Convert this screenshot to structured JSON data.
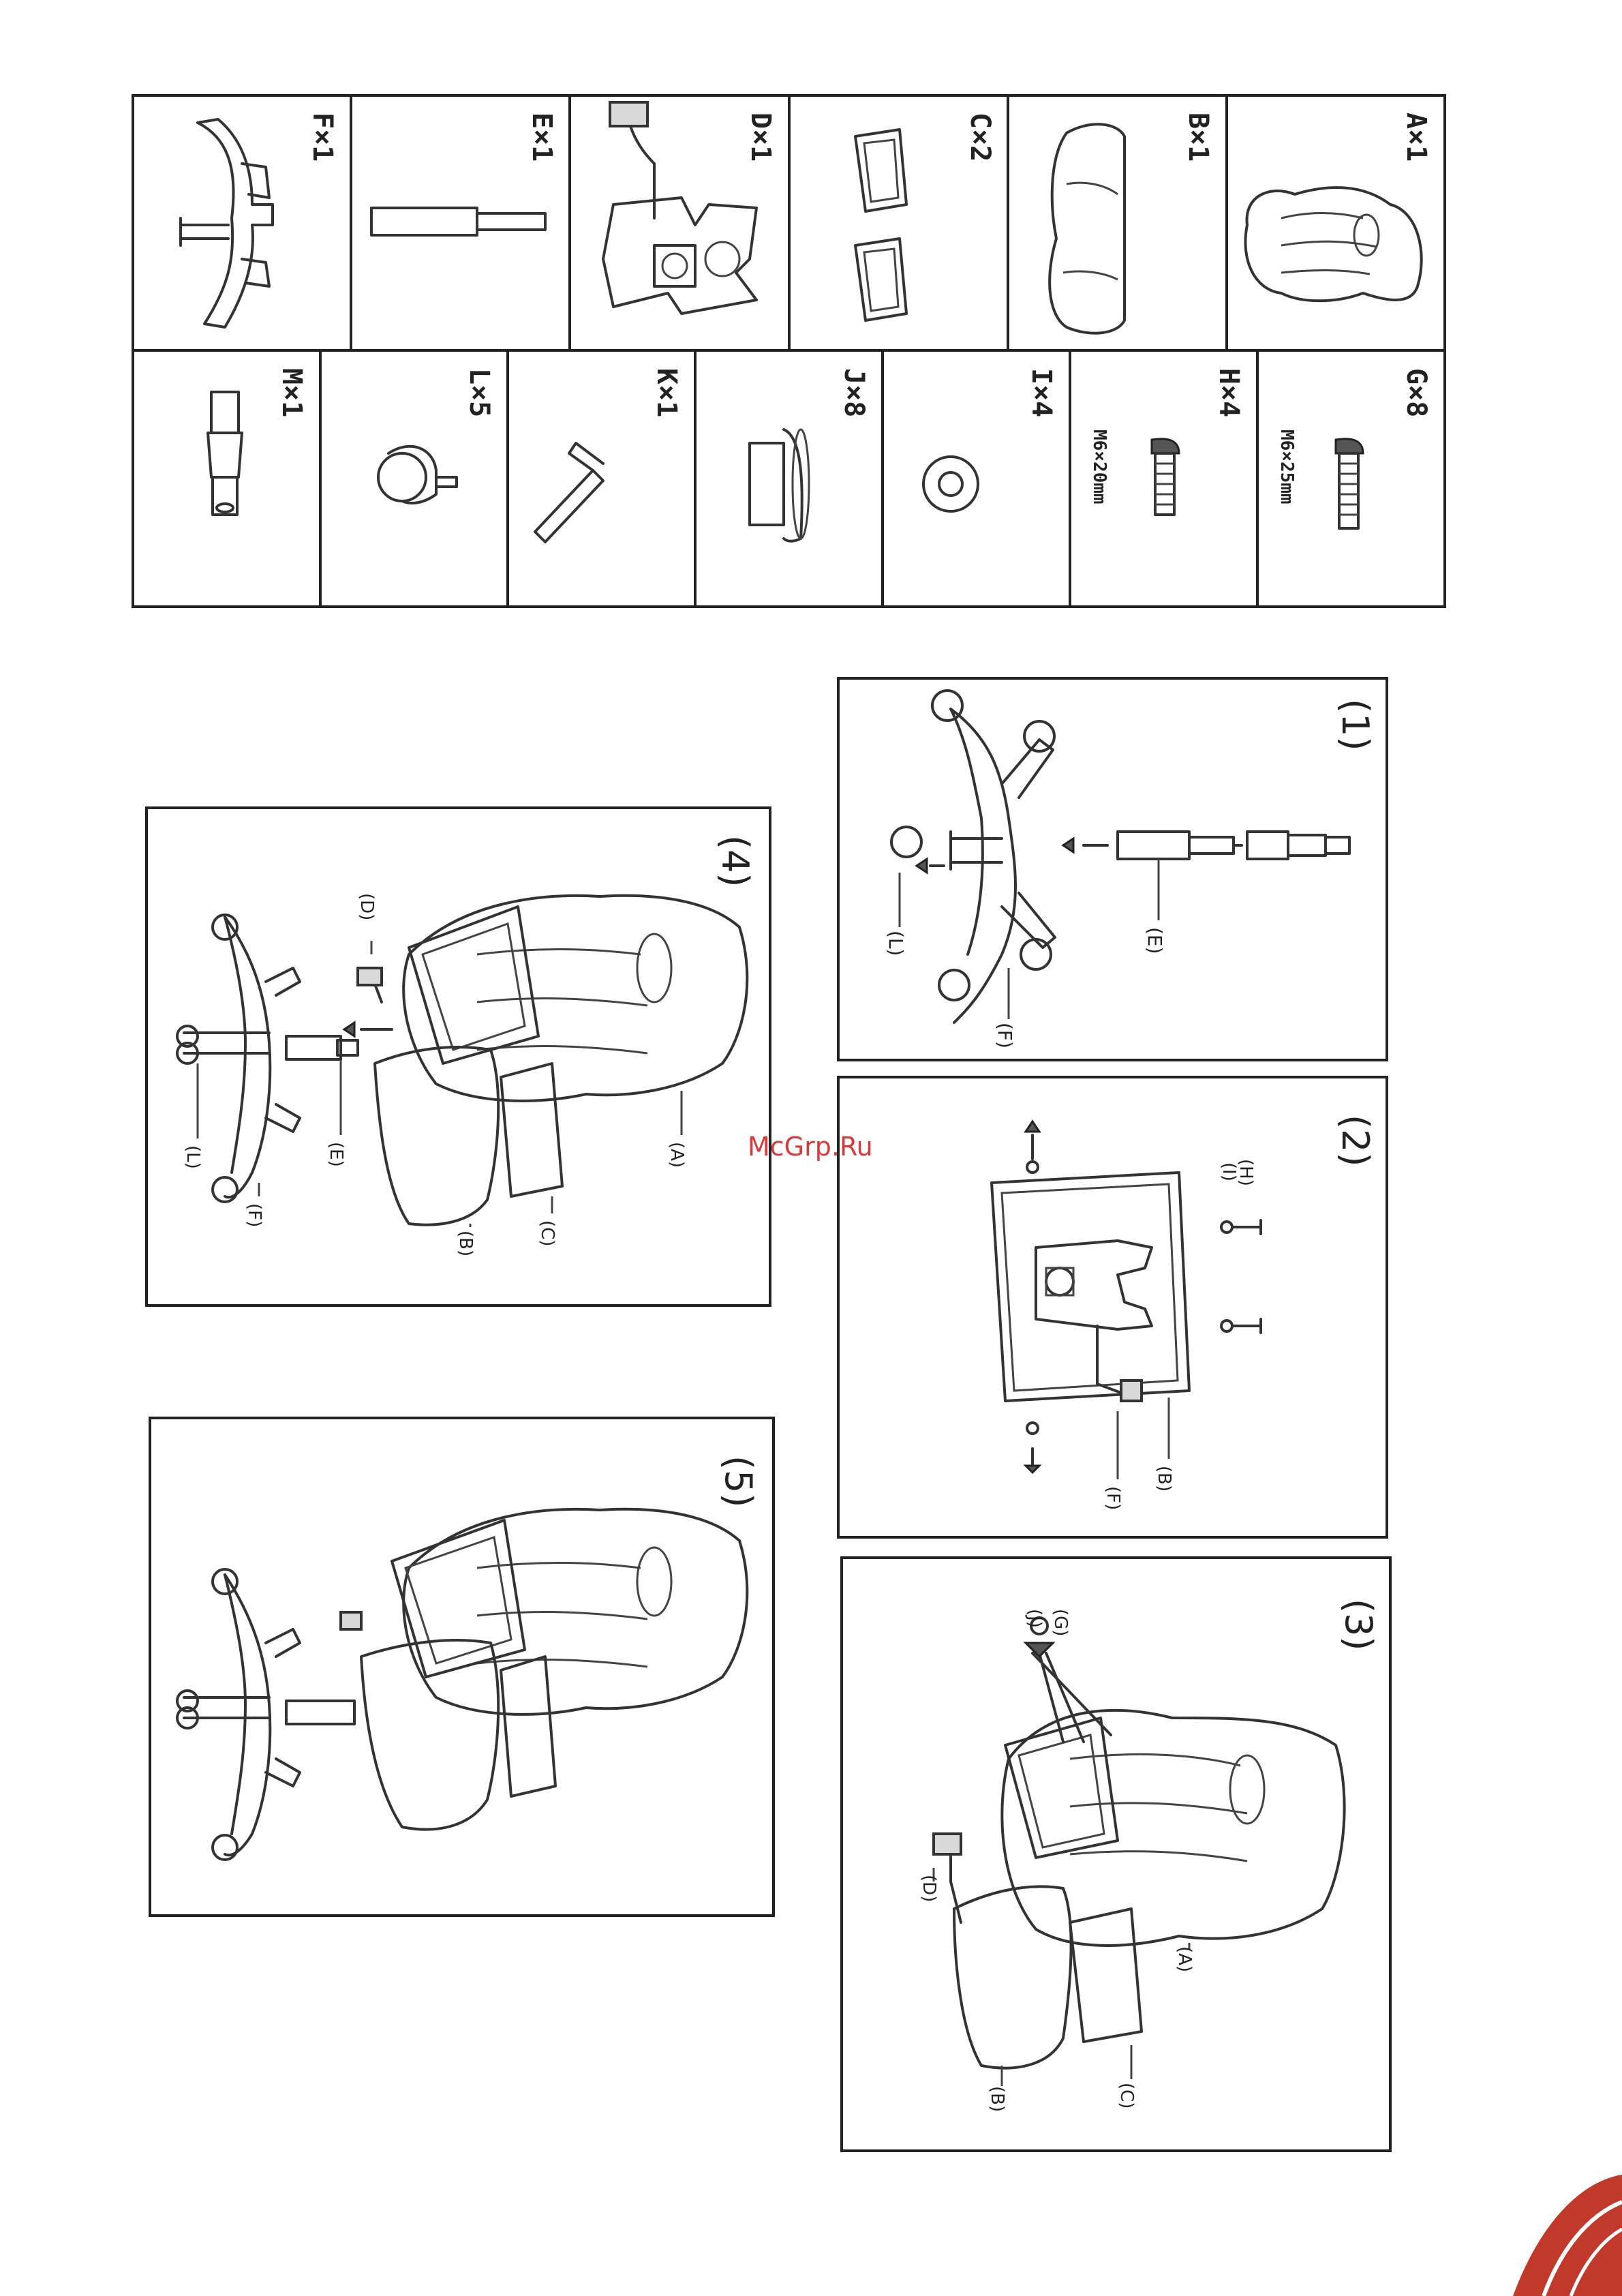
{
  "watermark": "McGrp.Ru",
  "parts": [
    {
      "id": "A",
      "qty": "A×1",
      "icon": "seat-back-icon"
    },
    {
      "id": "B",
      "qty": "B×1",
      "icon": "seat-cushion-icon"
    },
    {
      "id": "C",
      "qty": "C×2",
      "icon": "armrest-icon"
    },
    {
      "id": "D",
      "qty": "D×1",
      "icon": "mechanism-plate-icon"
    },
    {
      "id": "E",
      "qty": "E×1",
      "icon": "gas-lift-icon"
    },
    {
      "id": "F",
      "qty": "F×1",
      "icon": "star-base-icon"
    },
    {
      "id": "G",
      "qty": "G×8",
      "spec": "M6×25mm",
      "icon": "bolt-icon"
    },
    {
      "id": "H",
      "qty": "H×4",
      "spec": "M6×20mm",
      "icon": "bolt-icon"
    },
    {
      "id": "I",
      "qty": "I×4",
      "icon": "washer-icon"
    },
    {
      "id": "J",
      "qty": "J×8",
      "icon": "cap-icon"
    },
    {
      "id": "K",
      "qty": "K×1",
      "icon": "hex-key-icon"
    },
    {
      "id": "L",
      "qty": "L×5",
      "icon": "caster-icon"
    },
    {
      "id": "M",
      "qty": "M×1",
      "icon": "gas-lift-cover-icon"
    }
  ],
  "steps": [
    {
      "n": "(1)",
      "labels": [
        "(L)",
        "(E)",
        "(F)"
      ]
    },
    {
      "n": "(2)",
      "labels": [
        "(H)",
        "(I)",
        "(B)",
        "(F)"
      ]
    },
    {
      "n": "(3)",
      "labels": [
        "(J)",
        "(G)",
        "(D)",
        "(A)",
        "(B)",
        "(C)"
      ]
    },
    {
      "n": "(4)",
      "labels": [
        "(D)",
        "(L)",
        "(E)",
        "(F)",
        "(A)",
        "(B)",
        "(C)"
      ]
    },
    {
      "n": "(5)",
      "labels": []
    }
  ],
  "colors": {
    "line": "#333333",
    "watermark": "#d83a3a",
    "logo": "#c0392b"
  }
}
